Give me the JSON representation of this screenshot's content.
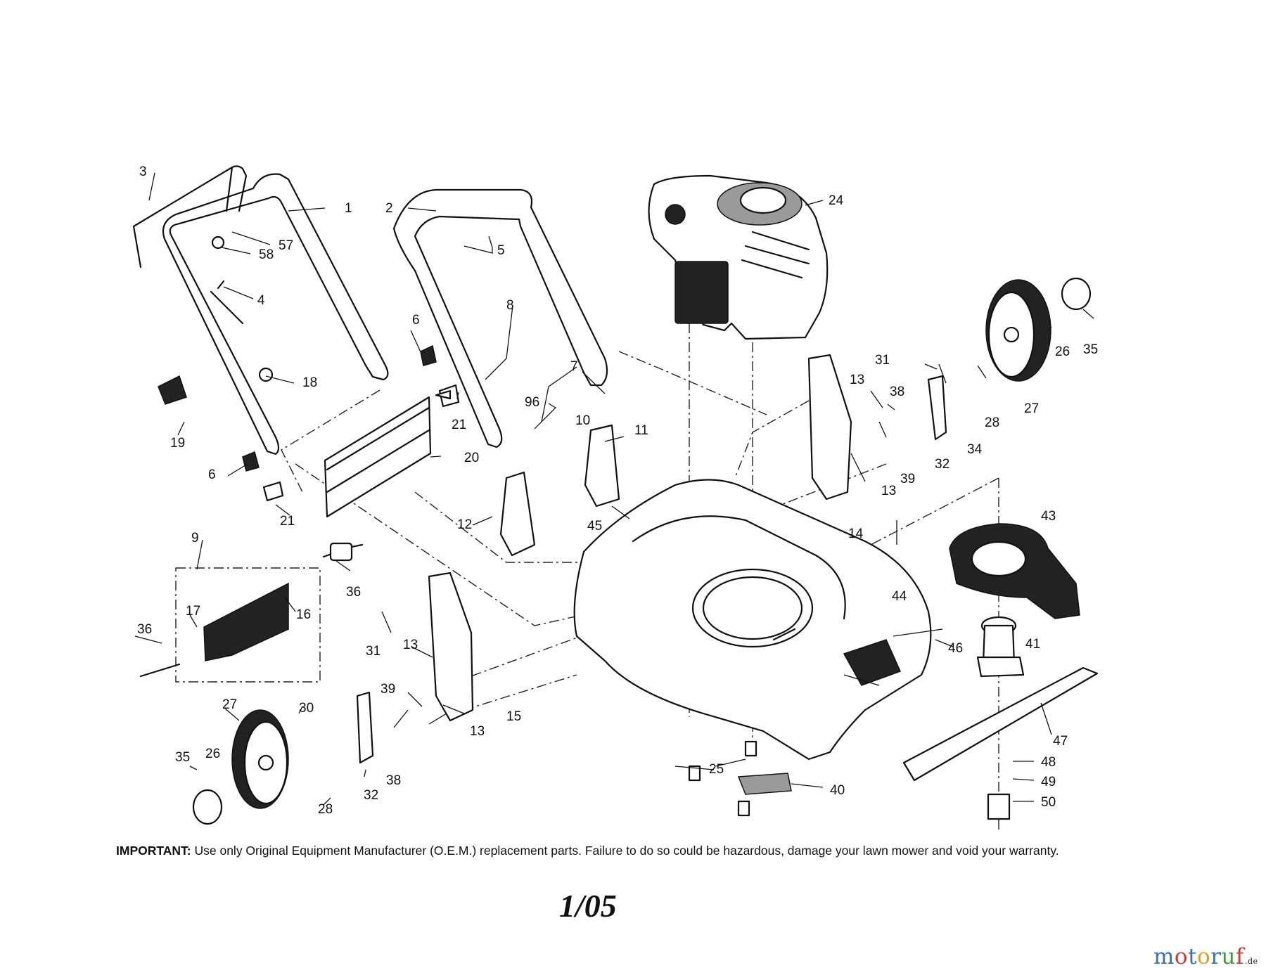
{
  "callouts": [
    "1",
    "2",
    "3",
    "4",
    "5",
    "6",
    "6",
    "7",
    "8",
    "9",
    "10",
    "11",
    "12",
    "13",
    "13",
    "13",
    "13",
    "14",
    "15",
    "16",
    "17",
    "18",
    "19",
    "20",
    "21",
    "21",
    "24",
    "25",
    "26",
    "26",
    "27",
    "27",
    "28",
    "28",
    "30",
    "31",
    "31",
    "32",
    "32",
    "34",
    "35",
    "35",
    "36",
    "36",
    "38",
    "38",
    "39",
    "39",
    "40",
    "41",
    "43",
    "44",
    "45",
    "46",
    "47",
    "48",
    "49",
    "50",
    "57",
    "58",
    "96"
  ],
  "important": {
    "label": "IMPORTANT:",
    "text": "Use only Original Equipment Manufacturer (O.E.M.) replacement parts.  Failure to do so could be hazardous, damage your lawn mower and void your warranty."
  },
  "date": "1/05",
  "watermark": {
    "letters": [
      "m",
      "o",
      "t",
      "o",
      "r",
      "u",
      "f"
    ],
    "tld": ".de",
    "colors": [
      "#3a6fb0",
      "#d0392b",
      "#3a6fb0",
      "#e0a020",
      "#3a6fb0",
      "#3f9a3a",
      "#d0392b"
    ]
  }
}
